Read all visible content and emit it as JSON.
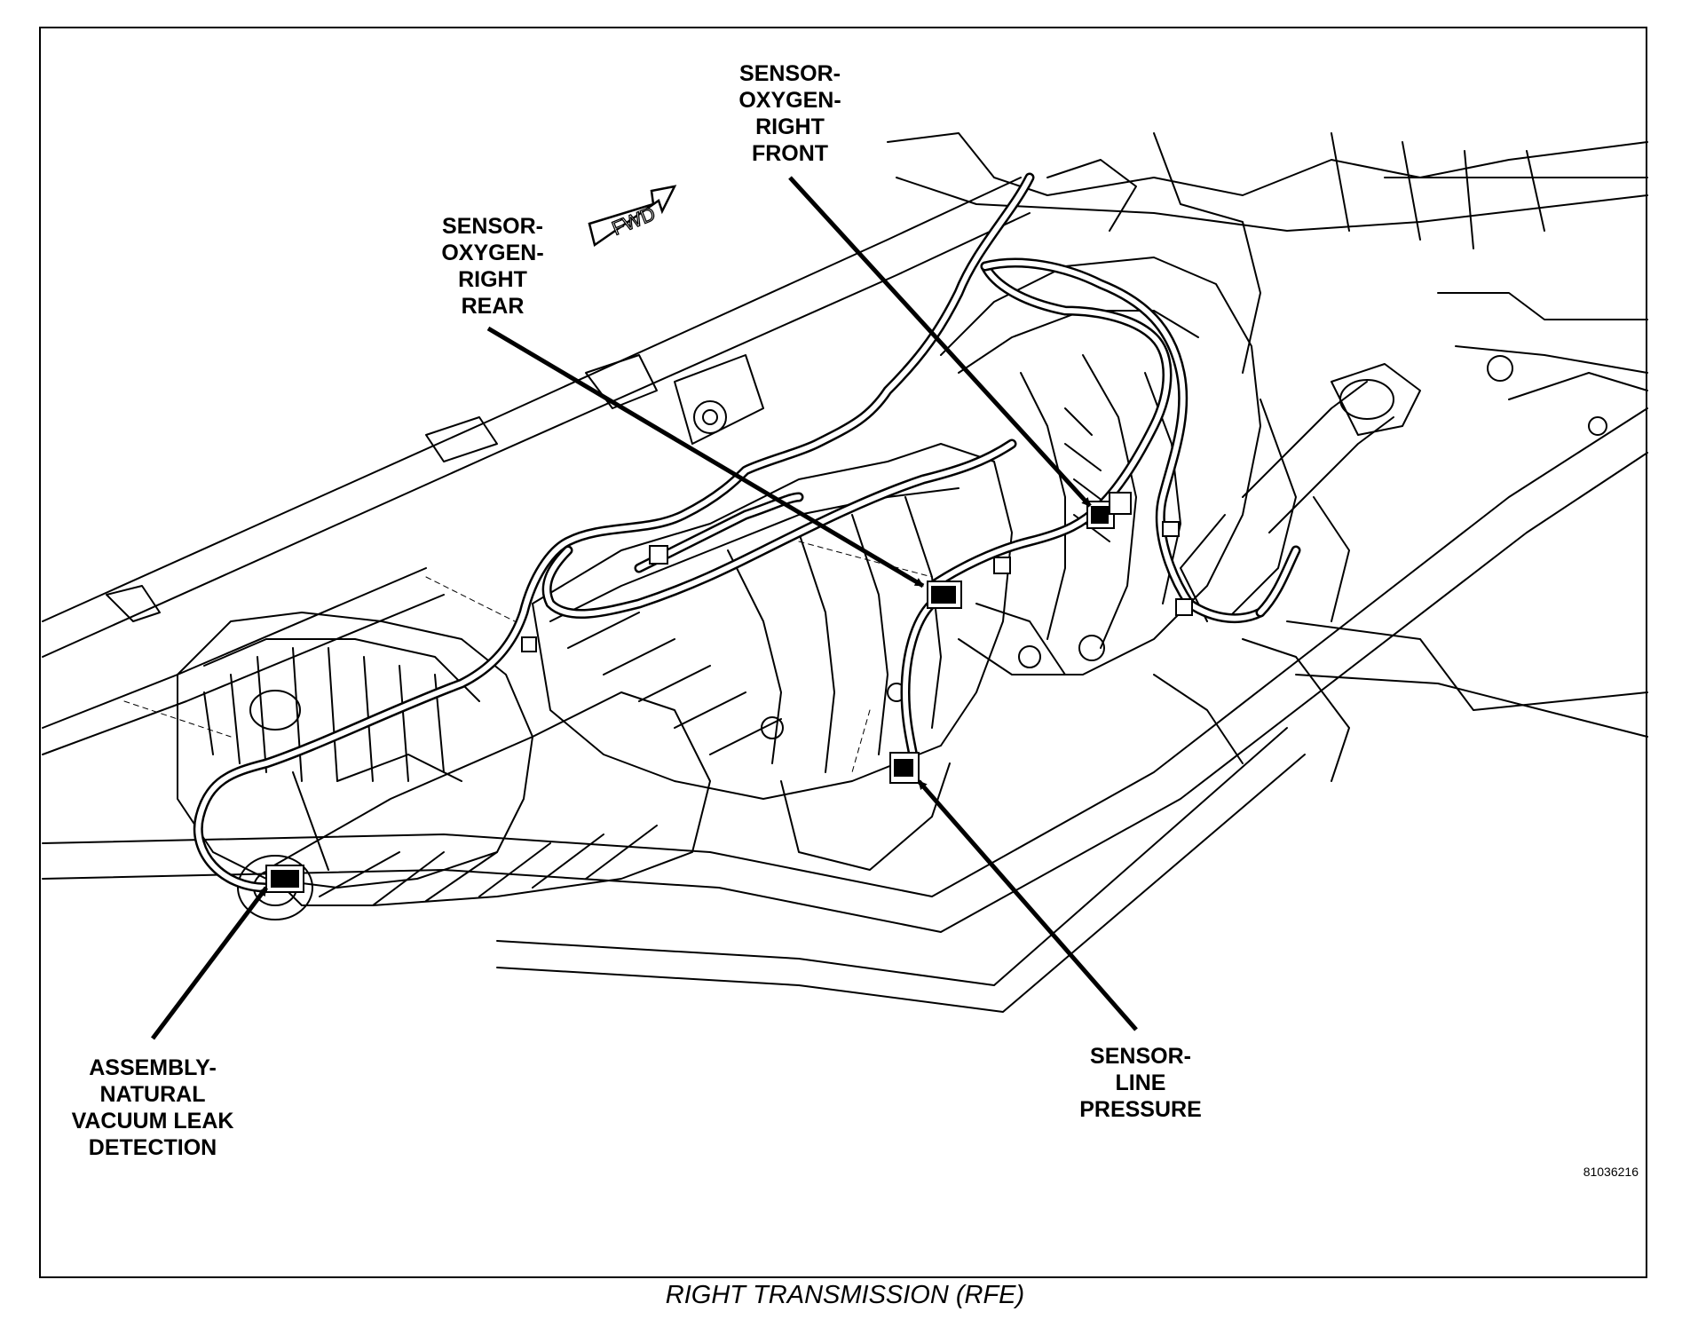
{
  "callouts": {
    "o2_right_front": [
      "SENSOR-",
      "OXYGEN-",
      "RIGHT",
      "FRONT"
    ],
    "o2_right_rear": [
      "SENSOR-",
      "OXYGEN-",
      "RIGHT",
      "REAR"
    ],
    "nvld": [
      "ASSEMBLY-",
      "NATURAL",
      "VACUUM LEAK",
      "DETECTION"
    ],
    "line_pressure": [
      "SENSOR-",
      "LINE",
      "PRESSURE"
    ]
  },
  "fwd_arrow_label": "FWD",
  "figure_number": "81036216",
  "caption": "RIGHT TRANSMISSION (RFE)"
}
